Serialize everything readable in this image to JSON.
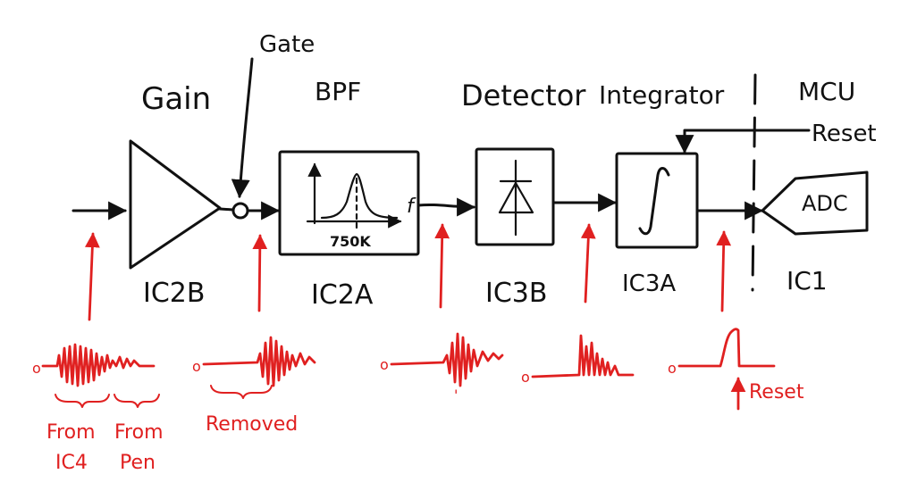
{
  "labels": {
    "gate": "Gate",
    "gain": "Gain",
    "bpf": "BPF",
    "detector": "Detector",
    "integrator": "Integrator",
    "mcu": "MCU",
    "reset_top": "Reset",
    "adc": "ADC",
    "bpf_freq_axis": "f",
    "bpf_center_freq": "750K"
  },
  "ic_labels": {
    "ic2b": "IC2B",
    "ic2a": "IC2A",
    "ic3b": "IC3B",
    "ic3a": "IC3A",
    "ic1": "IC1"
  },
  "waveforms": {
    "origin_symbol": "o",
    "tick_mark": "'",
    "w1_note_a_line1": "From",
    "w1_note_a_line2": "IC4",
    "w1_note_b_line1": "From",
    "w1_note_b_line2": "Pen",
    "w2_note": "Removed",
    "w5_note": "Reset"
  },
  "colors": {
    "ink": "#111111",
    "annotation": "#e02020",
    "background": "#ffffff"
  }
}
